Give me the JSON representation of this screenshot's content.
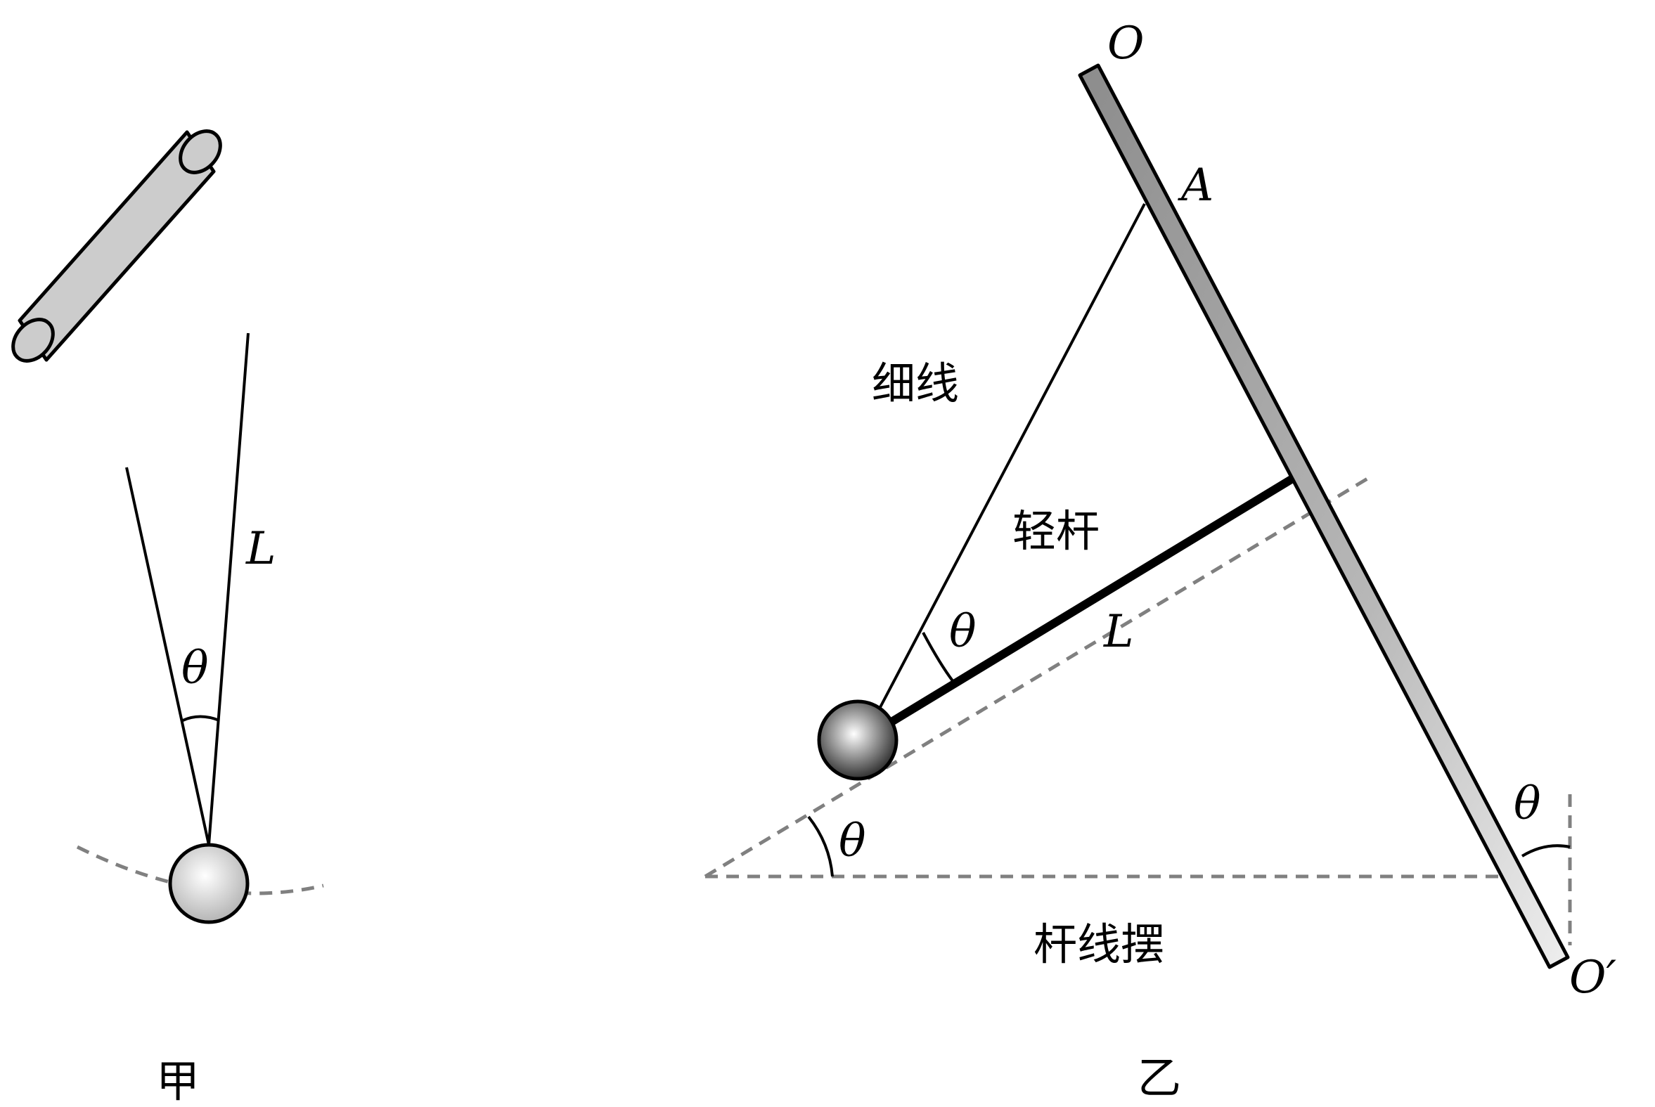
{
  "figure_a": {
    "caption": "甲",
    "length_label": "L",
    "angle_label": "θ"
  },
  "figure_b": {
    "caption": "乙",
    "top_axis_label": "O",
    "bottom_axis_label": "O′",
    "attach_label": "A",
    "thread_label": "细线",
    "rod_label": "轻杆",
    "length_label": "L",
    "angle_string_label": "θ",
    "angle_incline_label": "θ",
    "angle_axis_label": "θ",
    "title": "杆线摆"
  },
  "colors": {
    "ink": "#000000",
    "cylinder_fill": "#cccccc",
    "axis_rod_fill": "#999999",
    "dashed": "#808080"
  }
}
